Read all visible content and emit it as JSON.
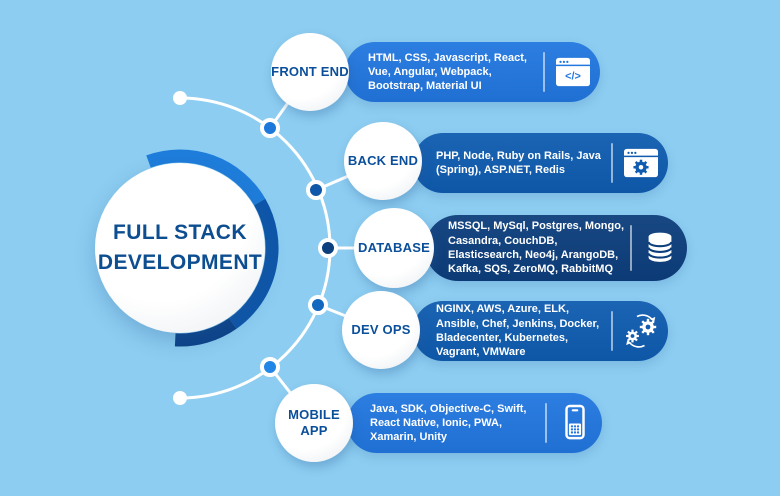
{
  "background_color": "#8DCDF1",
  "title": {
    "line1": "FULL STACK",
    "line2": "DEVELOPMENT",
    "color": "#0D4E91"
  },
  "label_color": "#0B4F9B",
  "connector_color": "#FFFFFF",
  "ring_segment_colors": [
    "#1F7DDB",
    "#0E56A9",
    "#0C4288"
  ],
  "connector_dot_colors": [
    "#1C79DB",
    "#0F57A8",
    "#0C3F7E",
    "#1467BE",
    "#2186E5"
  ],
  "rows": [
    {
      "label": "FRONT END",
      "items": "HTML, CSS, Javascript, React, Vue, Angular, Webpack, Bootstrap, Material UI",
      "icon": "code-window-icon",
      "pill_color": "#2277E0",
      "code_glyph": "</>"
    },
    {
      "label": "BACK END",
      "items": "PHP, Node, Ruby on Rails, Java (Spring), ASP.NET, Redis",
      "icon": "gear-window-icon",
      "pill_color": "#0F5CB0"
    },
    {
      "label": "DATABASE",
      "items": "MSSQL, MySql, Postgres, Mongo, Casandra, CouchDB, Elasticsearch, Neo4j, ArangoDB, Kafka, SQS, ZeroMQ, RabbitMQ",
      "icon": "database-icon",
      "pill_color": "#0C3E7C"
    },
    {
      "label": "DEV OPS",
      "items": "NGINX, AWS, Azure, ELK, Ansible, Chef, Jenkins, Docker, Bladecenter, Kubernetes, Vagrant, VMWare",
      "icon": "devops-gears-icon",
      "pill_color": "#0F5CB0"
    },
    {
      "label": "MOBILE APP",
      "items": "Java, SDK, Objective-C, Swift, React Native, Ionic, PWA, Xamarin, Unity",
      "icon": "mobile-phone-icon",
      "pill_color": "#2277E0"
    }
  ]
}
